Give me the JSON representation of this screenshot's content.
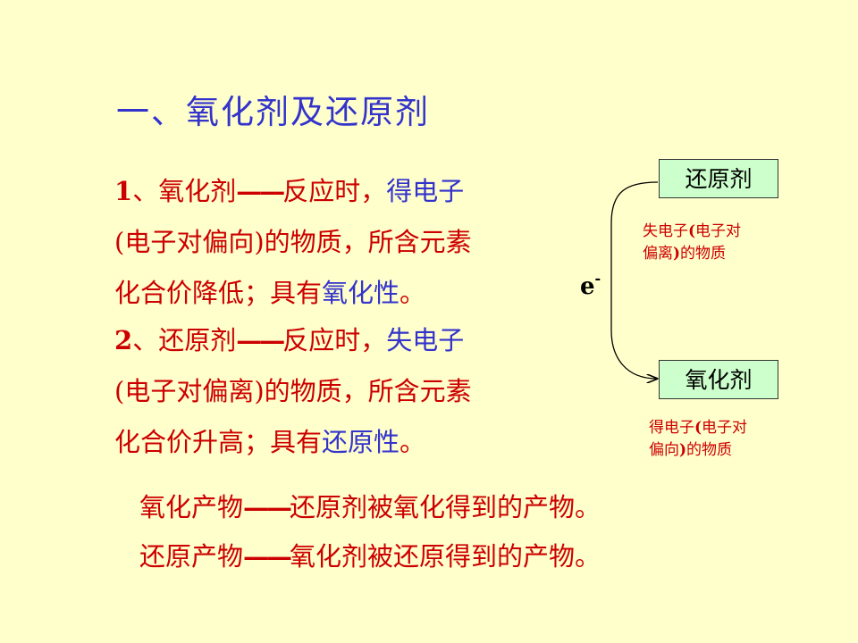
{
  "title": "一、氧化剂及还原剂",
  "oxidizer_def": {
    "num": "1",
    "term": "、氧化剂",
    "dash": "——",
    "line1_rest": "反应时，",
    "line1_blue": "得电子",
    "line2": "(电子对偏向)的物质，所含元素",
    "line3_pre": "化合价降低；具有",
    "line3_blue": "氧化性",
    "line3_end": "。"
  },
  "reducer_def": {
    "num": "2",
    "term": "、还原剂",
    "dash": "——",
    "line1_rest": "反应时，",
    "line1_blue": "失电子",
    "line2": "(电子对偏离)的物质，所含元素",
    "line3_pre": "化合价升高；具有",
    "line3_blue": "还原性",
    "line3_end": "。"
  },
  "products": {
    "ox_term": "氧化产物",
    "ox_rest": "还原剂被氧化得到的产物。",
    "red_term": "还原产物",
    "red_rest": "氧化剂被还原得到的产物。",
    "dash": "——"
  },
  "diagram": {
    "box_top": "还原剂",
    "box_bottom": "氧化剂",
    "electron_symbol": "e",
    "electron_sign": "-",
    "note_lose_a": "失电子",
    "note_lose_b": "(",
    "note_lose_c": "电子对",
    "note_lose_d": "偏离",
    "note_lose_e": ")",
    "note_lose_f": "的物质",
    "note_gain_a": "得电子",
    "note_gain_b": "(",
    "note_gain_c": "电子对",
    "note_gain_d": "偏向",
    "note_gain_e": ")",
    "note_gain_f": "的物质"
  },
  "colors": {
    "background": "#ffffcc",
    "title": "#3333cc",
    "body_red": "#cc0000",
    "highlight_blue": "#3333cc",
    "box_fill": "#ccffcc"
  }
}
